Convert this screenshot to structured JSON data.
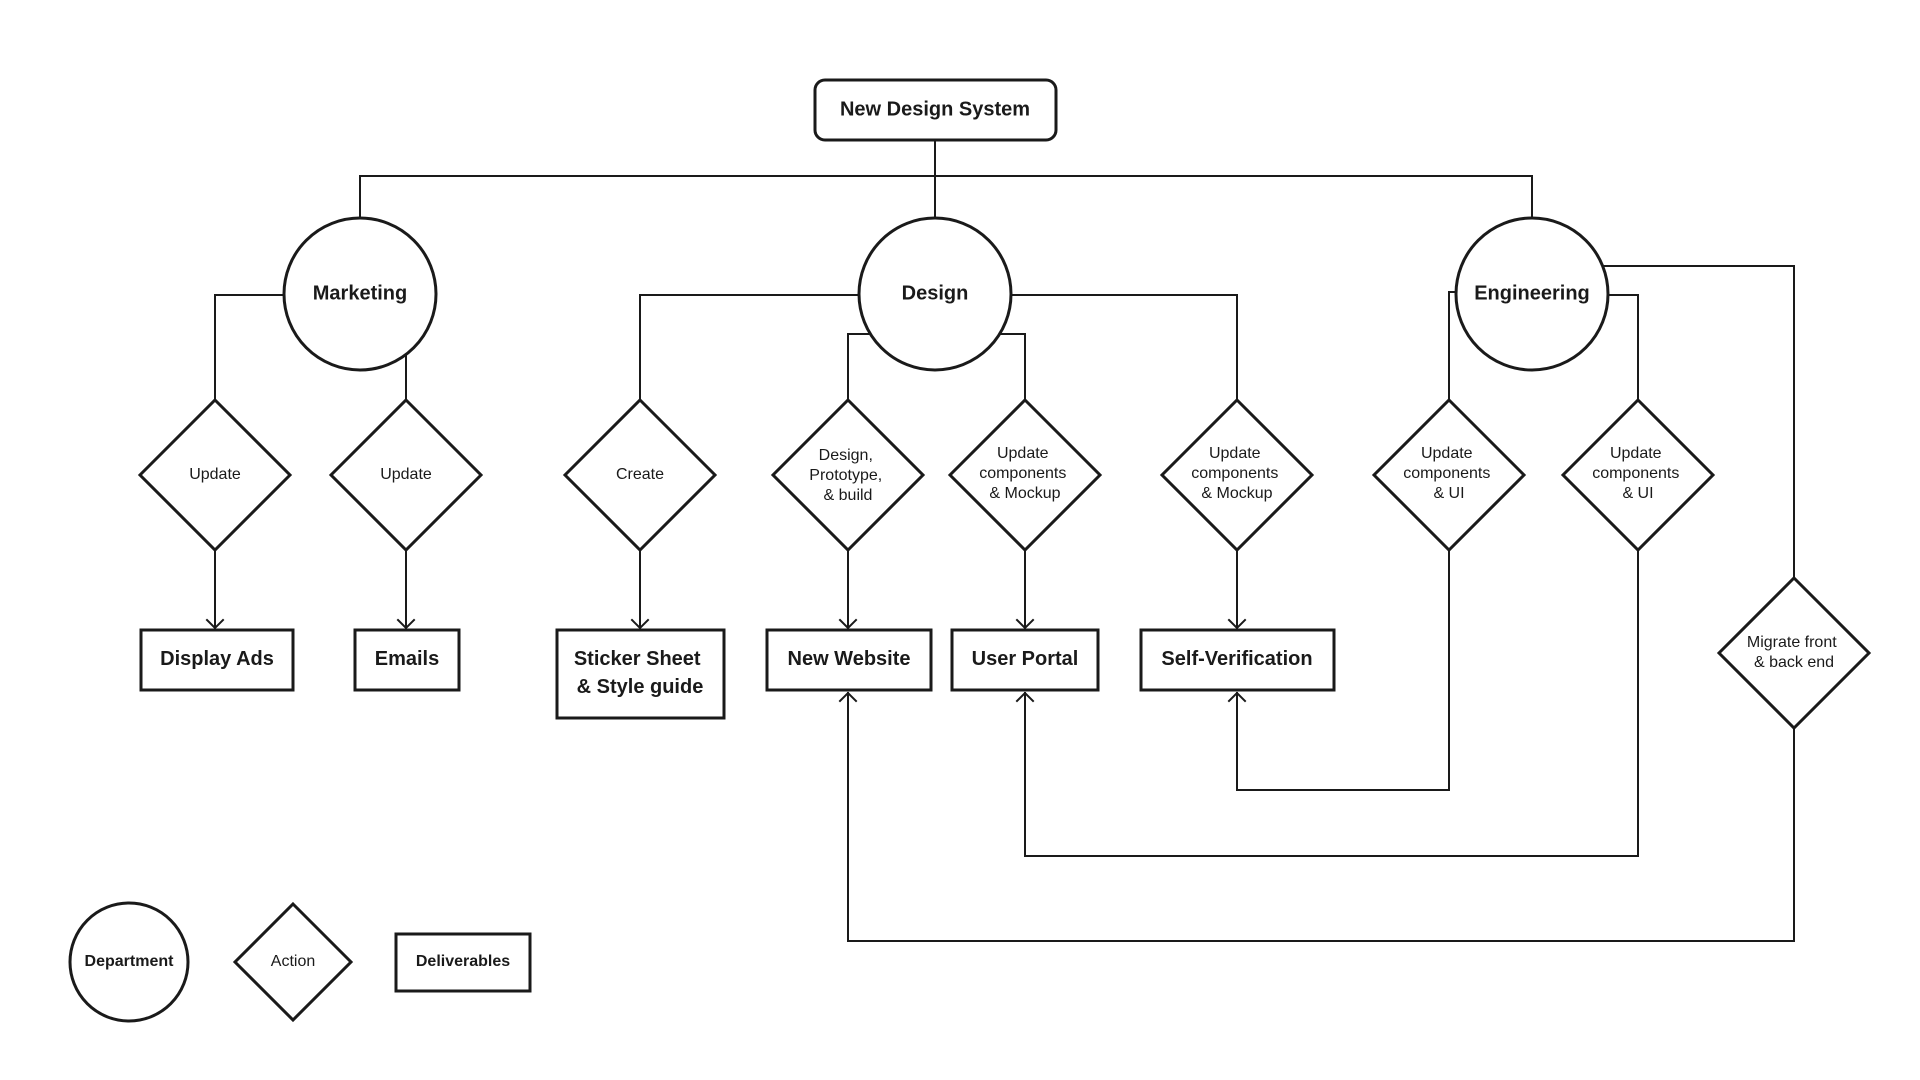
{
  "root": {
    "label": "New Design System"
  },
  "departments": {
    "marketing": "Marketing",
    "design": "Design",
    "engineering": "Engineering"
  },
  "actions": {
    "update_1": [
      "Update"
    ],
    "update_2": [
      "Update"
    ],
    "create": [
      "Create"
    ],
    "design_prototype": [
      "Design,",
      "Prototype,",
      "& build"
    ],
    "update_comp_mockup_1": [
      "Update",
      "components",
      "& Mockup"
    ],
    "update_comp_mockup_2": [
      "Update",
      "components",
      "& Mockup"
    ],
    "update_comp_ui_1": [
      "Update",
      "components",
      "& UI"
    ],
    "update_comp_ui_2": [
      "Update",
      "components",
      "& UI"
    ],
    "migrate": [
      "Migrate front",
      "& back end"
    ]
  },
  "deliverables": {
    "display_ads": [
      "Display Ads"
    ],
    "emails": [
      "Emails"
    ],
    "sticker_sheet": [
      "Sticker Sheet",
      "& Style guide"
    ],
    "new_website": [
      "New Website"
    ],
    "user_portal": [
      "User Portal"
    ],
    "self_verification": [
      "Self-Verification"
    ]
  },
  "legend": {
    "department": "Department",
    "action": "Action",
    "deliverables": "Deliverables"
  },
  "colors": {
    "stroke": "#1a1a1a",
    "background": "#ffffff"
  }
}
